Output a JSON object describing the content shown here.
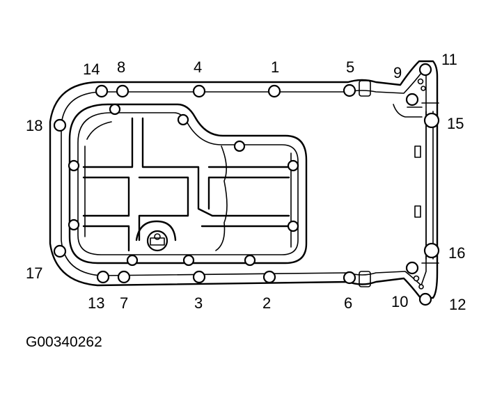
{
  "figure_code": "G00340262",
  "bolts": [
    {
      "id": "1",
      "label": "1"
    },
    {
      "id": "2",
      "label": "2"
    },
    {
      "id": "3",
      "label": "3"
    },
    {
      "id": "4",
      "label": "4"
    },
    {
      "id": "5",
      "label": "5"
    },
    {
      "id": "6",
      "label": "6"
    },
    {
      "id": "7",
      "label": "7"
    },
    {
      "id": "8",
      "label": "8"
    },
    {
      "id": "9",
      "label": "9"
    },
    {
      "id": "10",
      "label": "10"
    },
    {
      "id": "11",
      "label": "11"
    },
    {
      "id": "12",
      "label": "12"
    },
    {
      "id": "13",
      "label": "13"
    },
    {
      "id": "14",
      "label": "14"
    },
    {
      "id": "15",
      "label": "15"
    },
    {
      "id": "16",
      "label": "16"
    },
    {
      "id": "17",
      "label": "17"
    },
    {
      "id": "18",
      "label": "18"
    }
  ]
}
